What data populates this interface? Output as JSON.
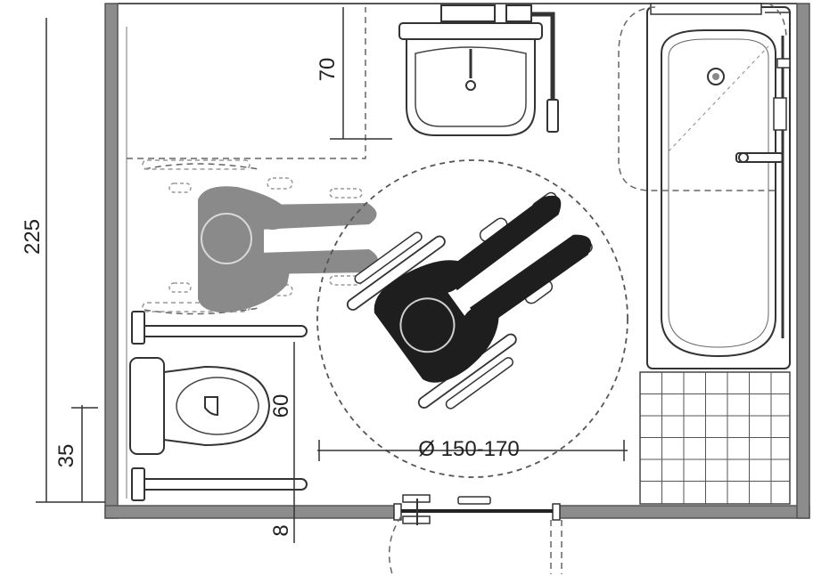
{
  "dimensions": {
    "room_height": "225",
    "basin_clearance": "70",
    "wc_seat_offset": "35",
    "wc_rail_width": "60",
    "door_offset": "8",
    "turning_circle": "Ø 150-170"
  },
  "colors": {
    "wall": "#8c8c8c",
    "wheelchair_dark": "#1e1e1e",
    "wheelchair_ghost": "#8a8a8a",
    "line": "#333333"
  },
  "icons": [
    "wheelchair-icon",
    "wheelchair-ghost-icon",
    "washbasin-icon",
    "toilet-icon",
    "bathtub-icon",
    "door-handle-icon"
  ]
}
